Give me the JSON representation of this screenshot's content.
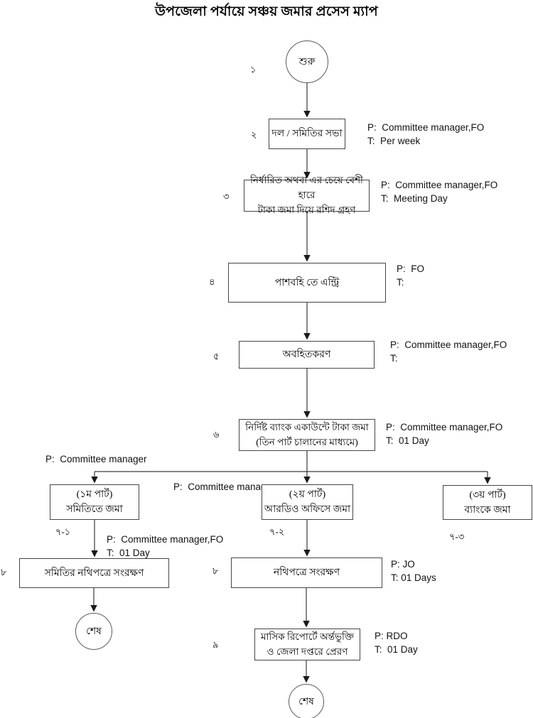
{
  "colors": {
    "line": "#3a3a3a",
    "text": "#000000",
    "background": "#ffffff"
  },
  "title": "উপজেলা পর্যায়ে সঞ্চয় জমার প্রসেস ম্যাপ",
  "start": {
    "no": "১",
    "label": "শুরু"
  },
  "steps": {
    "s2": {
      "no": "২",
      "line1": "দল / সমিতির সভা",
      "p": "P:  Committee manager,FO",
      "t": "T:  Per week"
    },
    "s3": {
      "no": "৩",
      "line1": "নির্ধারিত অথবা এর চেয়ে বেশী হারে",
      "line2": "টাকা জমা দিয়ে রশিদ গ্রহণ",
      "p": "P:  Committee manager,FO",
      "t": "T:  Meeting Day"
    },
    "s4": {
      "no": "৪",
      "line1": "পাশবহি তে এন্ট্রি",
      "p": "P:  FO",
      "t": "T:"
    },
    "s5": {
      "no": "৫",
      "line1": "অবহিতকরণ",
      "p": "P:  Committee manager,FO",
      "t": "T:"
    },
    "s6": {
      "no": "৬",
      "line1": "নির্দিষ্ট ব্যাংক একাউন্টে টাকা জমা",
      "line2": "(তিন পার্ট চালানের মাধ্যমে)",
      "p": "P:  Committee manager,FO",
      "t": "T:  01 Day"
    },
    "s7_1": {
      "no": "৭-১",
      "line1": "(১ম পার্ট)",
      "line2": "সমিতিতে জমা"
    },
    "s7_2": {
      "no": "৭-২",
      "line1": "(২য় পার্ট)",
      "line2": "আরডিও অফিসে জমা"
    },
    "s7_3": {
      "no": "৭-৩",
      "line1": "(৩য় পার্ট)",
      "line2": "ব্যাংকে জমা"
    },
    "s8_left": {
      "no": "৮",
      "line1": "সমিতির নথিপত্রে সংরক্ষণ",
      "p": "P:  Committee manager,FO",
      "t": "T:  01 Day"
    },
    "s8_mid": {
      "no": "৮",
      "line1": "নথিপত্রে সংরক্ষণ",
      "p": "P: JO",
      "t": "T: 01 Days"
    },
    "s9": {
      "no": "৯",
      "line1": "মাসিক রিপোর্টে অর্ন্তভুক্তি",
      "line2": "ও জেলা দপ্তরে প্রেরণ",
      "p": "P: RDO",
      "t": "T:  01 Day"
    }
  },
  "branch": {
    "label_left": "P:  Committee manager",
    "label_mid": "P:  Committee manager"
  },
  "ends": {
    "left": "শেষ",
    "bottom": "শেষ"
  }
}
